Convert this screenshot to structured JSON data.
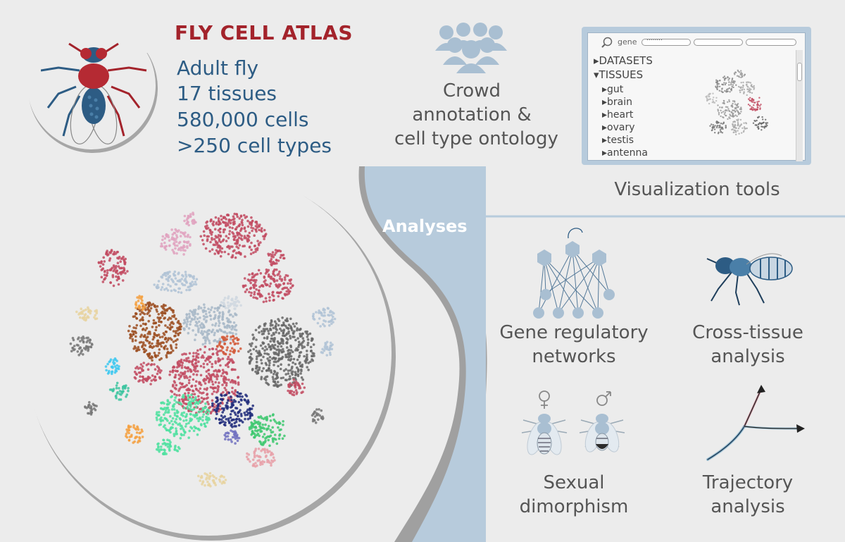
{
  "atlas": {
    "title": "FLY CELL ATLAS",
    "stats": [
      "Adult fly",
      "17 tissues",
      "580,000 cells",
      ">250 cell types"
    ]
  },
  "crowd": {
    "lines": [
      "Crowd",
      "annotation &",
      "cell type ontology"
    ]
  },
  "viz_panel": {
    "gene_label": "gene",
    "gene_value": "........",
    "datasets_label": "DATASETS",
    "tissues_label": "TISSUES",
    "tissues": [
      "gut",
      "brain",
      "heart",
      "ovary",
      "testis",
      "antenna"
    ],
    "caption": "Visualization tools"
  },
  "analyses_label": "Analyses",
  "analyses": [
    {
      "id": "grn",
      "lines": [
        "Gene regulatory",
        "networks"
      ]
    },
    {
      "id": "cross",
      "lines": [
        "Cross-tissue",
        "analysis"
      ]
    },
    {
      "id": "sex",
      "lines": [
        "Sexual",
        "dimorphism"
      ]
    },
    {
      "id": "traj",
      "lines": [
        "Trajectory",
        "analysis"
      ]
    }
  ],
  "colors": {
    "title": "#a3232b",
    "stats": "#2d5c84",
    "icon_blue": "#a9bfd2",
    "curve": "#b7cbdc"
  }
}
